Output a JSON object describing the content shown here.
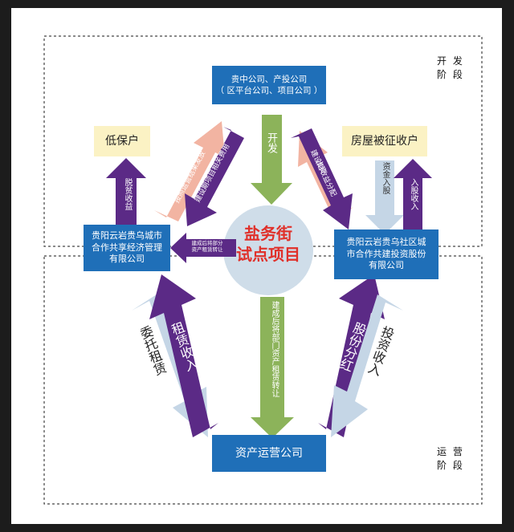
{
  "stages": {
    "development": [
      "开 发",
      "阶 段"
    ],
    "operation": [
      "运 营",
      "阶 段"
    ]
  },
  "boxes": {
    "top": [
      "贵中公司、产投公司",
      "（ 区平台公司、项目公司 ）"
    ],
    "left_coop": [
      "贵阳云岩贵乌城市",
      "合作共享经济管理",
      "有限公司"
    ],
    "right_coop": [
      "贵阳云岩贵乌社区城",
      "市合作共建投资股份",
      "有限公司"
    ],
    "bottom": "资产运营公司",
    "low_income": "低保户",
    "expropriated": "房屋被征收户"
  },
  "center": [
    "盐务街",
    "试点项目"
  ],
  "arrows": {
    "develop": "开发",
    "poverty_income": "脱贫收益",
    "capital_in": "资金入股",
    "share_income": "入股收入",
    "entrust_lease": "委托租赁",
    "rent_income": "租赁收入",
    "dividend": "股份分红",
    "invest_income": "投资收入",
    "transfer_after_build": "建成后将部门资产租赁转让",
    "small_note": [
      "建成后将部分",
      "资产租赁转让"
    ],
    "diag_tl_1": "按照运营结果发放",
    "diag_tl_2": "建设期项目相关费用",
    "diag_tr_1": "建设期收益分配",
    "diag_tr_2": "出资"
  },
  "colors": {
    "blue_box": "#1f6fb8",
    "purple_arrow": "#5b2a86",
    "green_arrow": "#8cb35a",
    "light_blue_arrow": "#c5d6e6",
    "pink_arrow": "#f2b4a2",
    "center_circle": "#cfdde9",
    "center_text": "#e0302a"
  }
}
